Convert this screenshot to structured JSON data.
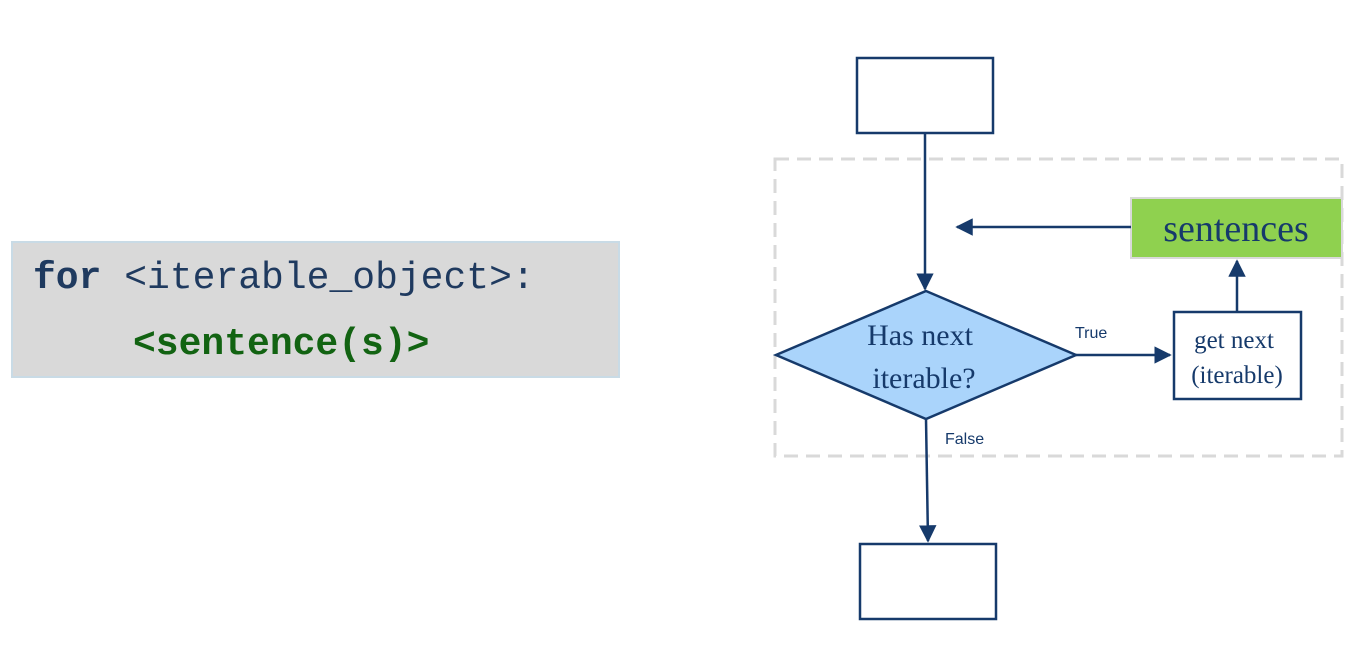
{
  "code": {
    "keyword": "for",
    "iterable": " <iterable_object>:",
    "body": "<sentence(s)>"
  },
  "flowchart": {
    "decision": {
      "line1": "Has next",
      "line2": "iterable?"
    },
    "get_next": {
      "line1": "get next",
      "line2": "(iterable)"
    },
    "sentences": "sentences",
    "true_label": "True",
    "false_label": "False"
  },
  "colors": {
    "navy": "#163a6b",
    "diamond_fill": "#aad4fb",
    "sentences_fill": "#8fd14f",
    "dashed_border": "#d9d9d9"
  }
}
